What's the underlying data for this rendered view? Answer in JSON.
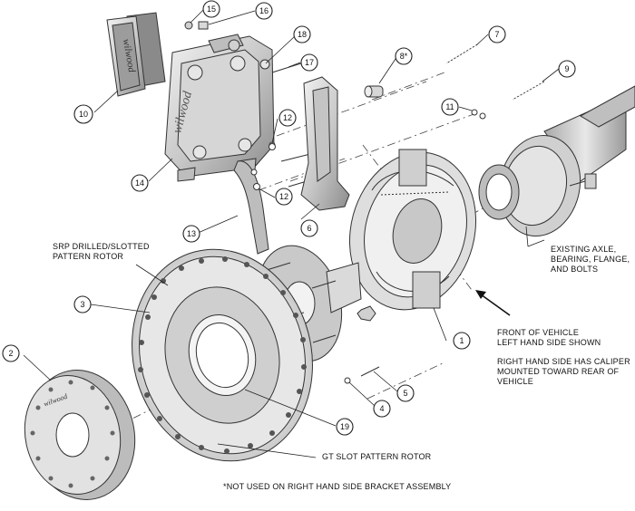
{
  "callouts": [
    {
      "id": "c1",
      "label": "1"
    },
    {
      "id": "c2",
      "label": "2"
    },
    {
      "id": "c3",
      "label": "3"
    },
    {
      "id": "c4",
      "label": "4"
    },
    {
      "id": "c5",
      "label": "5"
    },
    {
      "id": "c6",
      "label": "6"
    },
    {
      "id": "c7",
      "label": "7"
    },
    {
      "id": "c8",
      "label": "8*"
    },
    {
      "id": "c9",
      "label": "9"
    },
    {
      "id": "c10",
      "label": "10"
    },
    {
      "id": "c11",
      "label": "11"
    },
    {
      "id": "c12a",
      "label": "12"
    },
    {
      "id": "c12b",
      "label": "12"
    },
    {
      "id": "c13",
      "label": "13"
    },
    {
      "id": "c14",
      "label": "14"
    },
    {
      "id": "c15",
      "label": "15"
    },
    {
      "id": "c16",
      "label": "16"
    },
    {
      "id": "c17",
      "label": "17"
    },
    {
      "id": "c18",
      "label": "18"
    },
    {
      "id": "c19",
      "label": "19"
    }
  ],
  "notes": {
    "srp_rotor": "SRP DRILLED/SLOTTED\nPATTERN ROTOR",
    "existing_axle": "EXISTING AXLE,\nBEARING, FLANGE,\nAND BOLTS",
    "front_vehicle": "FRONT OF VEHICLE\nLEFT HAND SIDE SHOWN",
    "right_hand": "RIGHT HAND SIDE HAS CALIPER\nMOUNTED TOWARD REAR OF\nVEHICLE",
    "gt_slot": "GT SLOT PATTERN ROTOR",
    "footnote": "*NOT USED ON RIGHT HAND SIDE BRACKET ASSEMBLY"
  },
  "logos": {
    "pad": "wilwood",
    "caliper": "wilwood",
    "drum": "wilwood"
  }
}
